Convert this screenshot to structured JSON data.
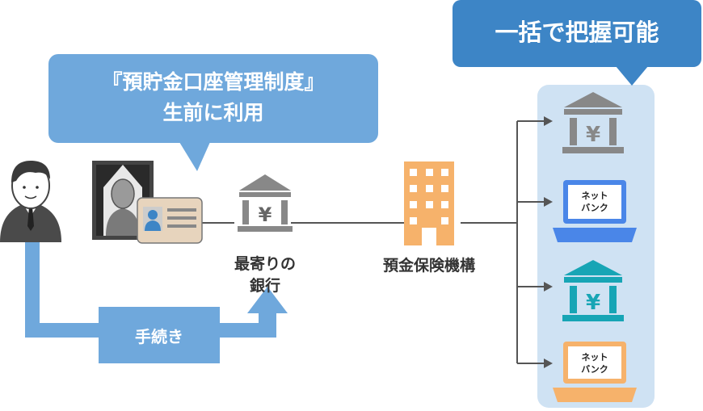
{
  "callout_left": {
    "line1": "『預貯金口座管理制度』",
    "line2": "生前に利用"
  },
  "callout_right": {
    "text": "一括で把握可能"
  },
  "bank_label": {
    "line1": "最寄りの",
    "line2": "銀行"
  },
  "agency_label": "預金保険機構",
  "procedure_label": "手続き",
  "netbank_1": {
    "line1": "ネット",
    "line2": "バンク"
  },
  "netbank_2": {
    "line1": "ネット",
    "line2": "バンク"
  },
  "yen_symbol": "¥",
  "icons": [
    "person-icon",
    "id-card-icon",
    "bank-icon",
    "building-icon",
    "laptop-icon"
  ],
  "colors": {
    "callout_left": "#6fa8dc",
    "callout_right": "#3d85c6",
    "panel": "#cfe2f3",
    "arrow": "#6fa8dc",
    "bank_gray": "#888888",
    "bank_teal": "#17a5b5",
    "building": "#f6b26b",
    "laptop_blue": "#4a86e8",
    "laptop_orange": "#f6b26b"
  }
}
